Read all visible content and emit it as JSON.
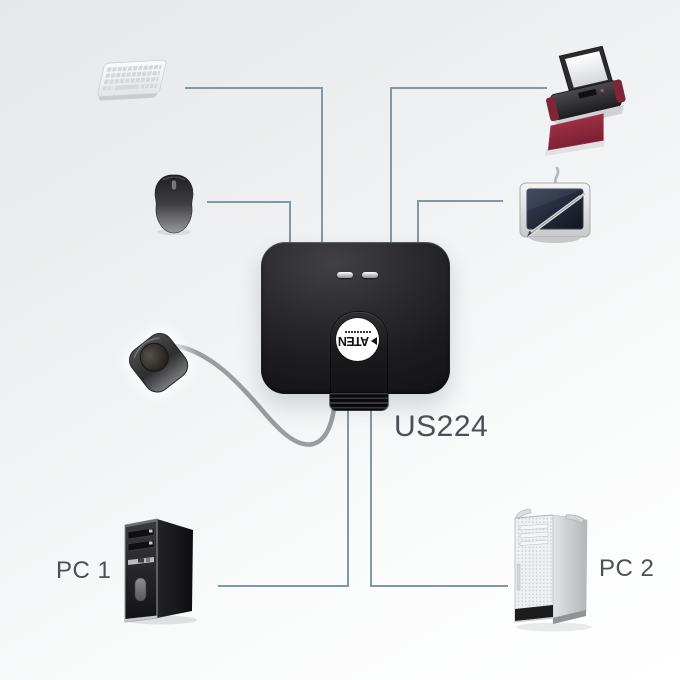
{
  "device": {
    "model_label": "US224",
    "brand": "ATEN",
    "led_count": 2,
    "body_color": "#1b1b1e",
    "logo_background": "#ffffff"
  },
  "computers": [
    {
      "id": "pc1",
      "label": "PC 1",
      "style": "black-tower"
    },
    {
      "id": "pc2",
      "label": "PC 2",
      "style": "silver-tower"
    }
  ],
  "peripherals": [
    {
      "id": "keyboard",
      "icon": "keyboard-icon"
    },
    {
      "id": "mouse",
      "icon": "mouse-icon"
    },
    {
      "id": "printer",
      "icon": "printer-icon"
    },
    {
      "id": "graphics-tablet",
      "icon": "graphics-tablet-icon"
    }
  ],
  "remote": {
    "id": "remote-selector",
    "icon": "remote-selector-icon"
  },
  "connections": [
    {
      "from": "keyboard",
      "to": "us224"
    },
    {
      "from": "mouse",
      "to": "us224"
    },
    {
      "from": "printer",
      "to": "us224"
    },
    {
      "from": "graphics-tablet",
      "to": "us224"
    },
    {
      "from": "remote-selector",
      "to": "us224"
    },
    {
      "from": "us224",
      "to": "pc1"
    },
    {
      "from": "us224",
      "to": "pc2"
    }
  ],
  "colors": {
    "connection_line": "#8299a4",
    "label_text": "#4b5055",
    "printer_accent": "#8e2438",
    "background_top": "#e6e8e9",
    "background_bottom": "#ffffff"
  }
}
